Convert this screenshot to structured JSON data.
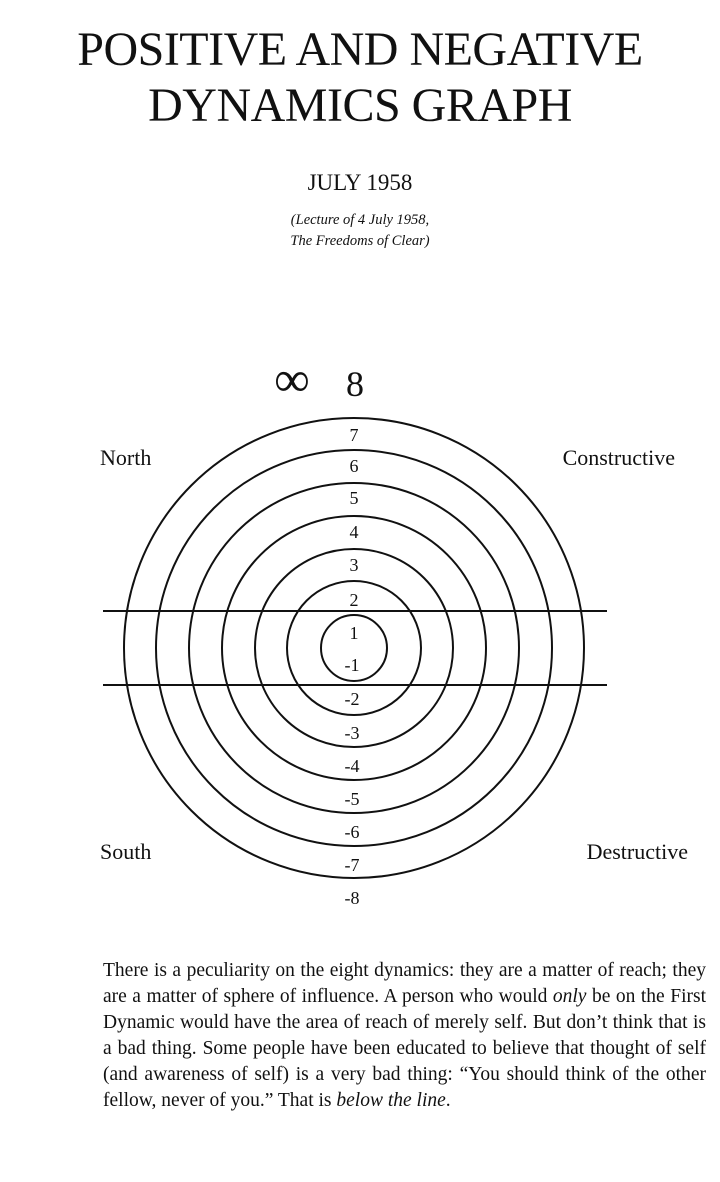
{
  "header": {
    "title_line1": "POSITIVE AND NEGATIVE",
    "title_line2": "DYNAMICS GRAPH",
    "date": "JULY 1958",
    "source_line1": "(Lecture of 4 July 1958,",
    "source_line2": "The Freedoms of Clear)"
  },
  "graph": {
    "infinity_symbol": "∞",
    "top_label": "8",
    "corner_labels": {
      "north": "North",
      "constructive": "Constructive",
      "south": "South",
      "destructive": "Destructive"
    },
    "ring_labels_upper": [
      "7",
      "6",
      "5",
      "4",
      "3",
      "2",
      "1"
    ],
    "ring_labels_lower": [
      "-1",
      "-2",
      "-3",
      "-4",
      "-5",
      "-6",
      "-7",
      "-8"
    ]
  },
  "body": {
    "text_part1": "There is a peculiarity on the eight dynamics: they are a matter of reach; they are a matter of sphere of influence. A person who would ",
    "text_emph1": "only",
    "text_part2": " be on the First Dynamic would have the area of reach of merely self. But don’t think that is a bad thing. Some people have been educated to believe that thought of self (and awareness of self) is a very bad thing: “You should think of the other fellow, never of you.” That is ",
    "text_emph2": "below the line",
    "text_part3": "."
  }
}
